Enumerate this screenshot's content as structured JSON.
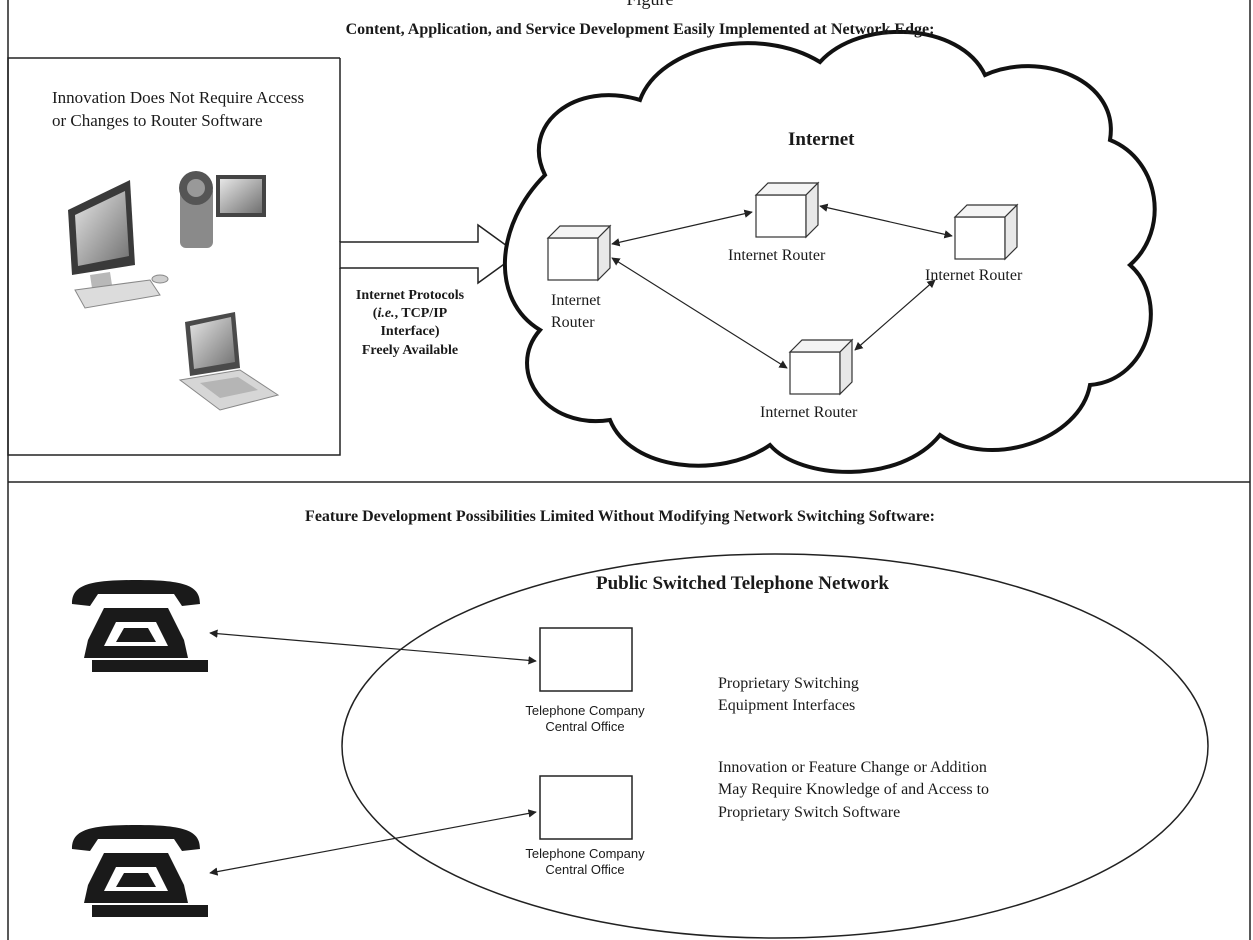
{
  "cutoff_title": "Figure",
  "top_section": {
    "title": "Content, Application, and Service Development Easily Implemented at Network Edge:",
    "innovation_text": "Innovation Does Not Require Access or Changes to Router Software",
    "protocols_label": {
      "line1": "Internet Protocols",
      "line2_italic": "i.e.",
      "line2_rest": ", TCP/IP",
      "line3": "Interface)",
      "line4": "Freely Available"
    },
    "cloud_label": "Internet",
    "routers": [
      {
        "label": "Internet Router"
      },
      {
        "label": "Internet Router"
      },
      {
        "label": "Internet\nRouter"
      },
      {
        "label": "Internet Router"
      }
    ],
    "devices": [
      "desktop-computer",
      "camcorder",
      "laptop"
    ]
  },
  "bottom_section": {
    "title": "Feature Development Possibilities Limited Without Modifying Network Switching Software:",
    "ellipse_label": "Public Switched Telephone Network",
    "offices": [
      {
        "label": "Telephone Company\nCentral Office"
      },
      {
        "label": "Telephone Company\nCentral Office"
      }
    ],
    "proprietary_text": "Proprietary Switching\nEquipment Interfaces",
    "innovation_text": "Innovation or Feature Change or Addition\nMay Require Knowledge of and Access to\nProprietary Switch Software"
  }
}
